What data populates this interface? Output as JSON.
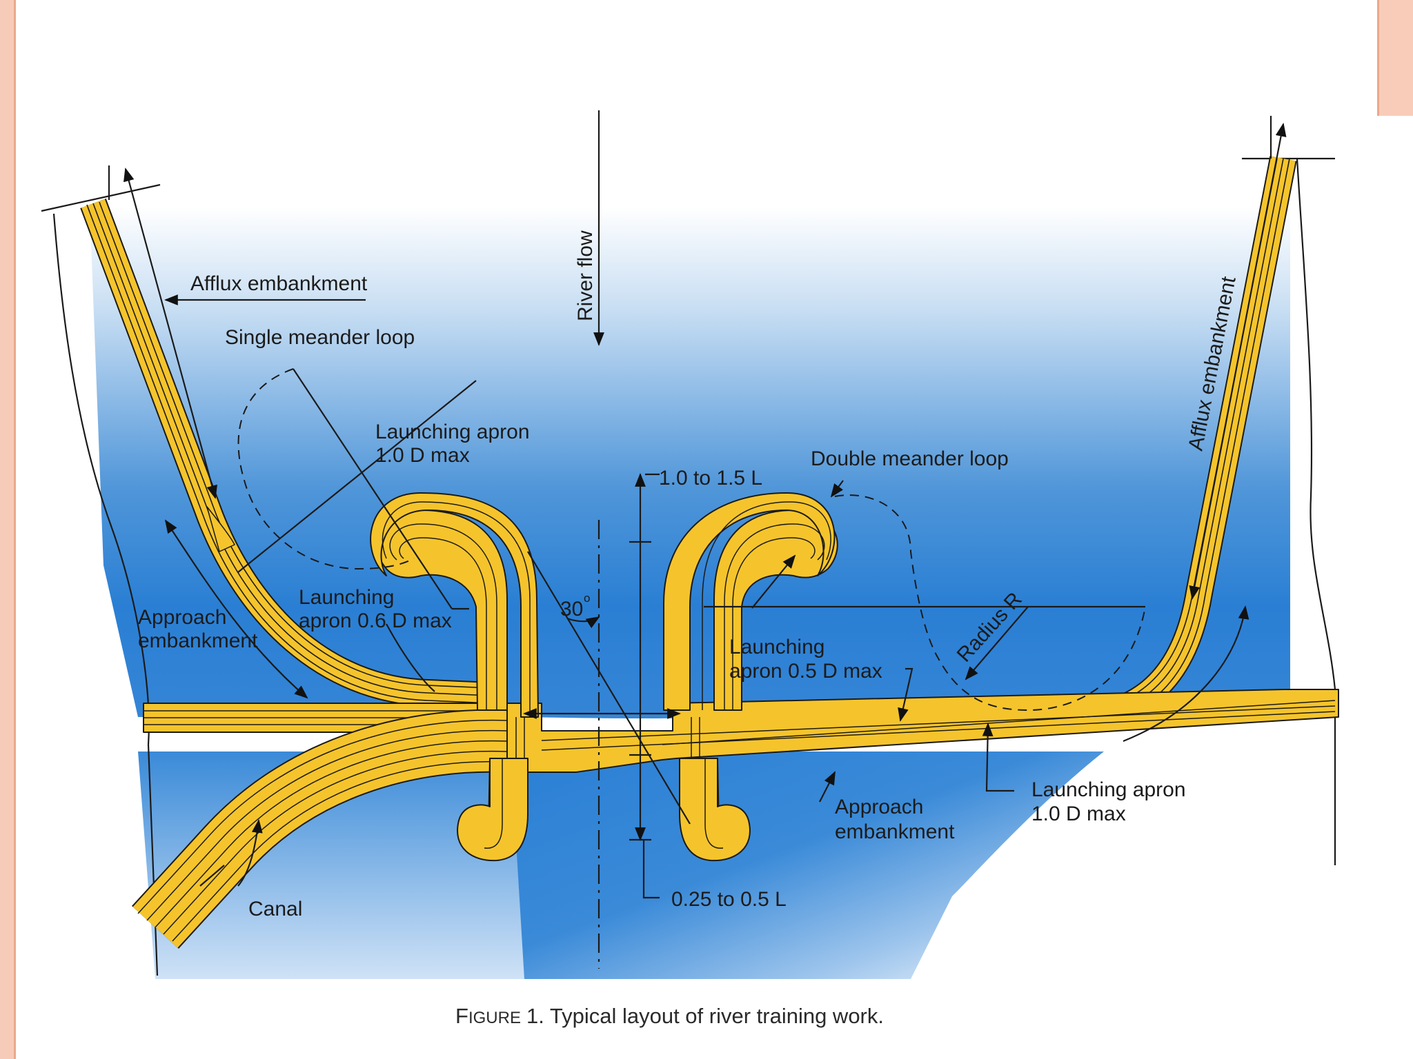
{
  "labels": {
    "afflux_left": "Afflux embankment",
    "afflux_right": "Afflux embankment",
    "single_meander": "Single meander loop",
    "launching_apron_1_line1": "Launching apron",
    "launching_apron_1_line2": "1.0 D max",
    "river_flow": "River flow",
    "double_meander": "Double meander loop",
    "dim_top": "1.0 to 1.5 L",
    "launching_apron_06_line1": "Launching",
    "launching_apron_06_line2": "apron 0.6 D max",
    "approach_left_line1": "Approach",
    "approach_left_line2": "embankment",
    "angle": "30",
    "angle_degree": "o",
    "launching_apron_05_line1": "Launching",
    "launching_apron_05_line2": "apron 0.5 D max",
    "radius": "Radius R",
    "launching_apron_right_line1": "Launching apron",
    "launching_apron_right_line2": "1.0 D max",
    "approach_bottom_line1": "Approach",
    "approach_bottom_line2": "embankment",
    "dim_bottom": "0.25 to 0.5 L",
    "canal": "Canal"
  },
  "caption": {
    "prefix_F": "F",
    "prefix_rest": "IGURE",
    "text": "1.  Typical layout of river training work."
  },
  "colors": {
    "water_deep": "#2a7fd4",
    "water_light": "#ffffff",
    "embankment_fill": "#f5c42c",
    "embankment_outline": "#1c1a16",
    "slide_accent": "#f6cbb8"
  }
}
